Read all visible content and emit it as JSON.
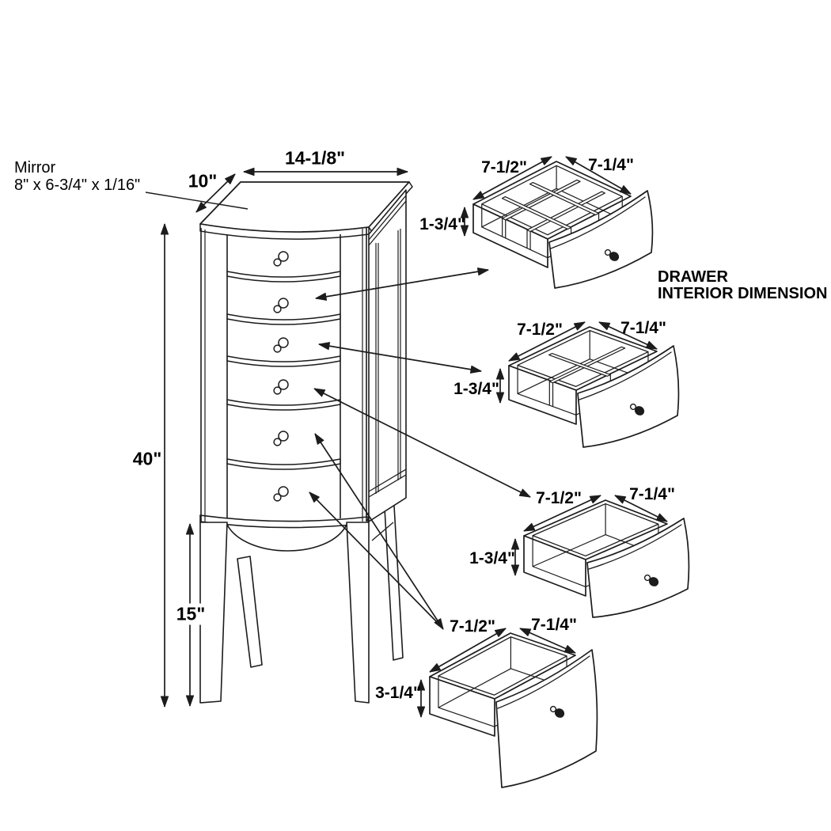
{
  "mirror": {
    "label": "Mirror",
    "size": "8\" x 6-3/4\" x 1/16\""
  },
  "cabinet": {
    "width": "14-1/8\"",
    "depth": "10\"",
    "height": "40\"",
    "leg_height": "15\"",
    "drawer_count": 6
  },
  "note": {
    "line1": "DRAWER",
    "line2": "INTERIOR DIMENSION"
  },
  "details": [
    {
      "width": "7-1/2\"",
      "depth": "7-1/4\"",
      "height": "1-3/4\""
    },
    {
      "width": "7-1/2\"",
      "depth": "7-1/4\"",
      "height": "1-3/4\""
    },
    {
      "width": "7-1/2\"",
      "depth": "7-1/4\"",
      "height": "1-3/4\""
    },
    {
      "width": "7-1/2\"",
      "depth": "7-1/4\"",
      "height": "3-1/4\""
    }
  ],
  "colors": {
    "line": "#1c1c1c",
    "background": "#ffffff"
  }
}
